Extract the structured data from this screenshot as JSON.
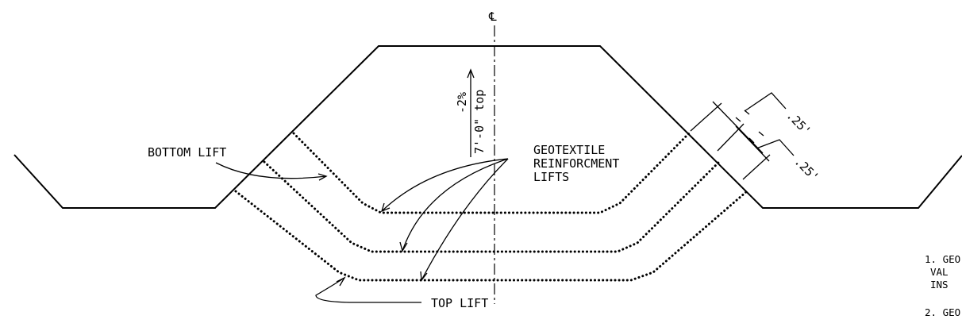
{
  "centerline_symbol": "℄",
  "slope_label": "-2%",
  "width_label": "7'-0\" top",
  "labels": {
    "bottom_lift": "BOTTOM LIFT",
    "top_lift": "TOP LIFT",
    "geotextile_lines": [
      "GEOTEXTILE",
      "REINFORCMENT",
      "LIFTS"
    ]
  },
  "dimensions": [
    ".25'",
    ".25'"
  ],
  "notes": [
    {
      "lines": [
        "1. GEO",
        "VAL",
        "INS"
      ]
    },
    {
      "lines": [
        "2. GEO"
      ]
    }
  ]
}
